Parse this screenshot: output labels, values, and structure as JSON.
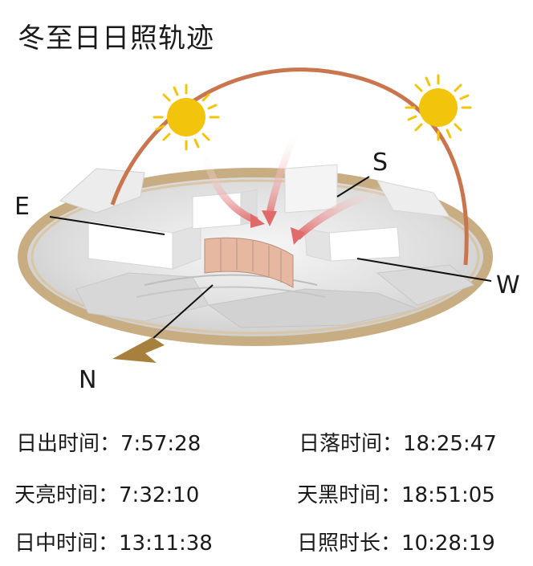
{
  "title": "冬至日日照轨迹",
  "directions": {
    "east": "E",
    "south": "S",
    "west": "W",
    "north": "N"
  },
  "colors": {
    "arc": "#c9764f",
    "ring": "#c8ad83",
    "sun": "#f2c40c",
    "arrow_pink": "#e79a9a",
    "north_arrow": "#a8803e"
  },
  "icons": {
    "sun": "sun-icon"
  },
  "times": {
    "sunrise": {
      "label": "日出时间：",
      "value": "7:57:28"
    },
    "sunset": {
      "label": "日落时间：",
      "value": "18:25:47"
    },
    "dawn": {
      "label": "天亮时间：",
      "value": "7:32:10"
    },
    "dusk": {
      "label": "天黑时间：",
      "value": "18:51:05"
    },
    "noon": {
      "label": "日中时间：",
      "value": "13:11:38"
    },
    "daylight": {
      "label": "日照时长：",
      "value": "10:28:19"
    }
  }
}
